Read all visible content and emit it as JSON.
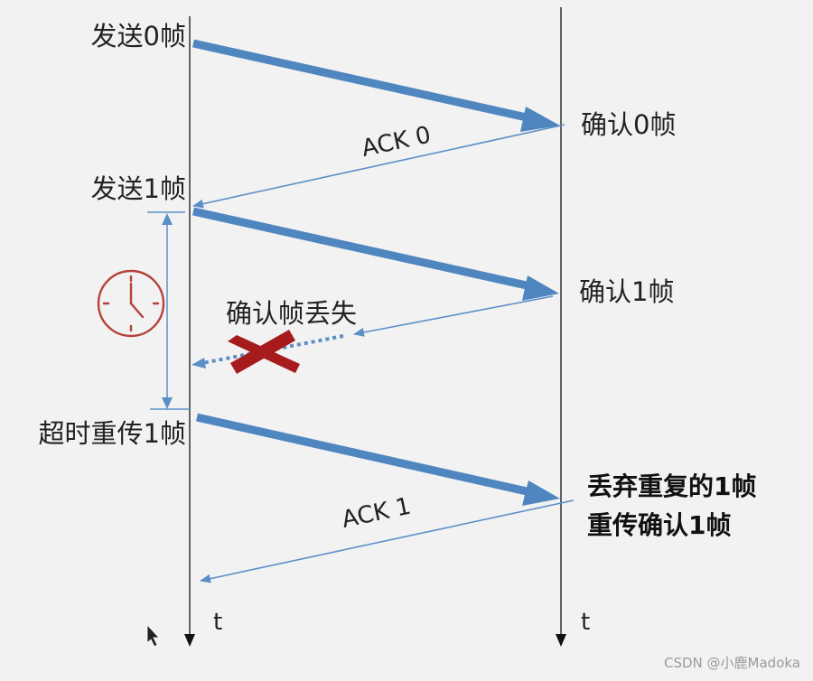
{
  "diagram": {
    "type": "stop-and-wait protocol timing diagram (ACK lost, timeout retransmission)",
    "colors": {
      "background": "#f2f2f2",
      "frame_arrow": "#4f86c0",
      "ack_arrow": "#5b8fc7",
      "timeline": "#333333",
      "lost_mark": "#a61c1c",
      "clock": "#b5423a"
    },
    "sender": {
      "labels": [
        "发送0帧",
        "发送1帧",
        "超时重传1帧"
      ],
      "time_label": "t"
    },
    "receiver": {
      "labels": [
        "确认0帧",
        "确认1帧"
      ],
      "duplicate_note": [
        "丢弃重复的1帧",
        "重传确认1帧"
      ],
      "time_label": "t"
    },
    "acks": [
      "ACK 0",
      "ACK 1"
    ],
    "lost_label": "确认帧丢失",
    "timer_icon": "clock-icon",
    "lost_icon": "cross-icon"
  },
  "watermark": "CSDN @小鹿Madoka"
}
